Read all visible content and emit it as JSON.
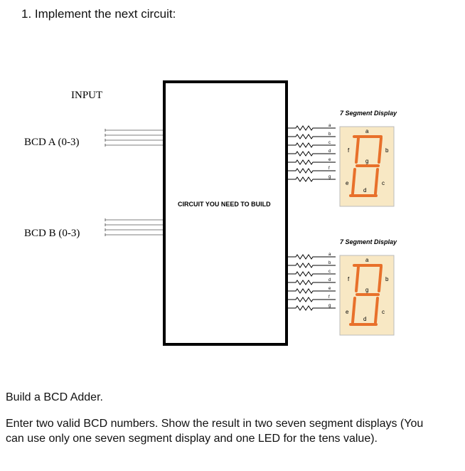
{
  "heading": "1.  Implement the next circuit:",
  "input_label": "INPUT",
  "bcd_a_label": "BCD A  (0-3)",
  "bcd_b_label": "BCD B  (0-3)",
  "circuit_label": "CIRCUIT YOU NEED TO BUILD",
  "display_top_title": "7 Segment Display",
  "display_bottom_title": "7 Segment Display",
  "segment_pins": [
    "a",
    "b",
    "c",
    "d",
    "e",
    "f",
    "g"
  ],
  "segment_letters": {
    "a": "a",
    "b": "b",
    "c": "c",
    "d": "d",
    "e": "e",
    "f": "f",
    "g": "g"
  },
  "paragraph1": "Build a BCD Adder.",
  "paragraph2": "Enter two valid BCD numbers. Show the result in two seven segment displays (You can use only one seven segment display and one LED for the tens value).",
  "colors": {
    "segment": "#e8702a",
    "display_bg": "#f8e8c4",
    "line": "#000000",
    "wire": "#aaaaaa"
  }
}
